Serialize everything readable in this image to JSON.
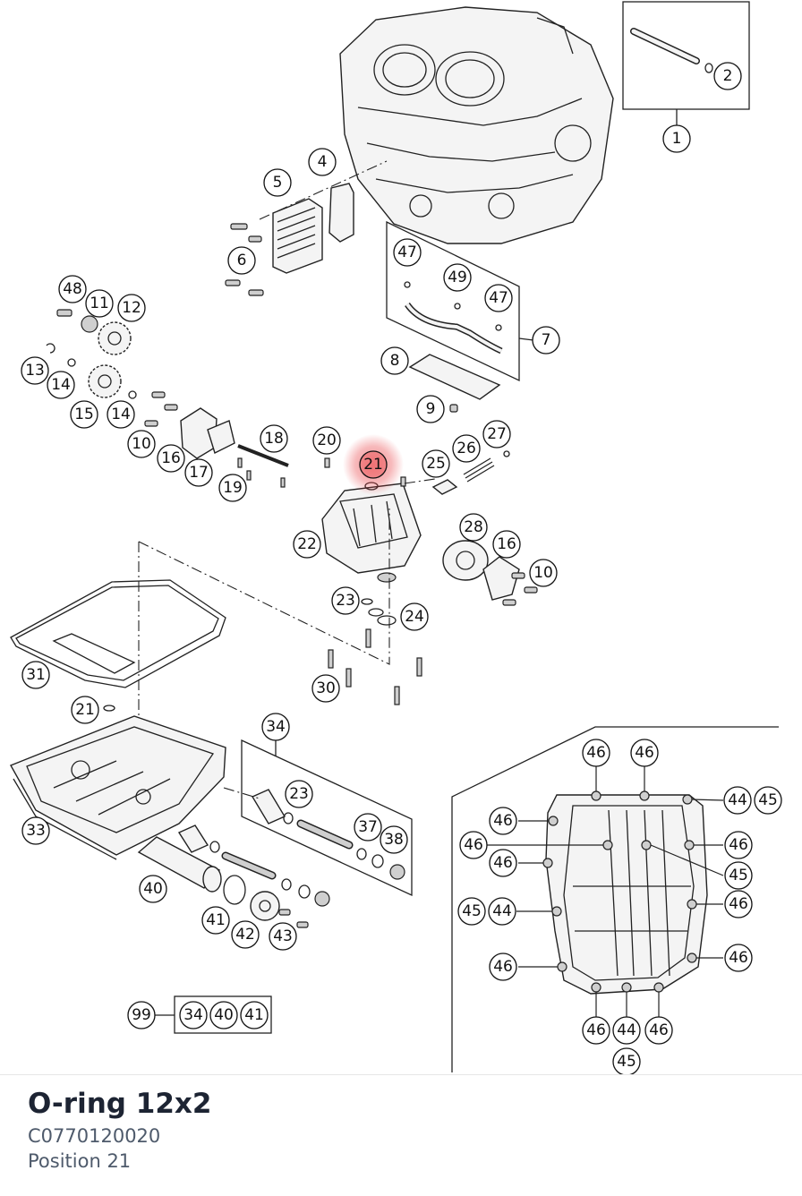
{
  "diagram": {
    "callouts": [
      {
        "id": "c1",
        "label": "1"
      },
      {
        "id": "c2",
        "label": "2"
      },
      {
        "id": "c4",
        "label": "4"
      },
      {
        "id": "c5",
        "label": "5"
      },
      {
        "id": "c6",
        "label": "6"
      },
      {
        "id": "c7",
        "label": "7"
      },
      {
        "id": "c8",
        "label": "8"
      },
      {
        "id": "c9",
        "label": "9"
      },
      {
        "id": "c10a",
        "label": "10"
      },
      {
        "id": "c10b",
        "label": "10"
      },
      {
        "id": "c11",
        "label": "11"
      },
      {
        "id": "c12",
        "label": "12"
      },
      {
        "id": "c13",
        "label": "13"
      },
      {
        "id": "c14a",
        "label": "14"
      },
      {
        "id": "c14b",
        "label": "14"
      },
      {
        "id": "c15",
        "label": "15"
      },
      {
        "id": "c16a",
        "label": "16"
      },
      {
        "id": "c16b",
        "label": "16"
      },
      {
        "id": "c17",
        "label": "17"
      },
      {
        "id": "c18",
        "label": "18"
      },
      {
        "id": "c19",
        "label": "19"
      },
      {
        "id": "c20",
        "label": "20"
      },
      {
        "id": "c21a",
        "label": "21",
        "highlighted": true
      },
      {
        "id": "c21b",
        "label": "21"
      },
      {
        "id": "c22",
        "label": "22"
      },
      {
        "id": "c23a",
        "label": "23"
      },
      {
        "id": "c23b",
        "label": "23"
      },
      {
        "id": "c24",
        "label": "24"
      },
      {
        "id": "c25",
        "label": "25"
      },
      {
        "id": "c26",
        "label": "26"
      },
      {
        "id": "c27",
        "label": "27"
      },
      {
        "id": "c28",
        "label": "28"
      },
      {
        "id": "c30",
        "label": "30"
      },
      {
        "id": "c31",
        "label": "31"
      },
      {
        "id": "c33",
        "label": "33"
      },
      {
        "id": "c34a",
        "label": "34"
      },
      {
        "id": "c34b",
        "label": "34"
      },
      {
        "id": "c37",
        "label": "37"
      },
      {
        "id": "c38",
        "label": "38"
      },
      {
        "id": "c40a",
        "label": "40"
      },
      {
        "id": "c40b",
        "label": "40"
      },
      {
        "id": "c41a",
        "label": "41"
      },
      {
        "id": "c41b",
        "label": "41"
      },
      {
        "id": "c42",
        "label": "42"
      },
      {
        "id": "c43",
        "label": "43"
      },
      {
        "id": "c44a",
        "label": "44"
      },
      {
        "id": "c44b",
        "label": "44"
      },
      {
        "id": "c44c",
        "label": "44"
      },
      {
        "id": "c45a",
        "label": "45"
      },
      {
        "id": "c45b",
        "label": "45"
      },
      {
        "id": "c45c",
        "label": "45"
      },
      {
        "id": "c45d",
        "label": "45"
      },
      {
        "id": "c46a",
        "label": "46"
      },
      {
        "id": "c46b",
        "label": "46"
      },
      {
        "id": "c46c",
        "label": "46"
      },
      {
        "id": "c46d",
        "label": "46"
      },
      {
        "id": "c46e",
        "label": "46"
      },
      {
        "id": "c46f",
        "label": "46"
      },
      {
        "id": "c46g",
        "label": "46"
      },
      {
        "id": "c46h",
        "label": "46"
      },
      {
        "id": "c46i",
        "label": "46"
      },
      {
        "id": "c46j",
        "label": "46"
      },
      {
        "id": "c46k",
        "label": "46"
      },
      {
        "id": "c47a",
        "label": "47"
      },
      {
        "id": "c47b",
        "label": "47"
      },
      {
        "id": "c48",
        "label": "48"
      },
      {
        "id": "c49",
        "label": "49"
      },
      {
        "id": "c99",
        "label": "99"
      }
    ],
    "highlight_color": "#e8383d"
  },
  "part": {
    "title": "O-ring 12x2",
    "number": "C0770120020",
    "position": "Position 21"
  }
}
